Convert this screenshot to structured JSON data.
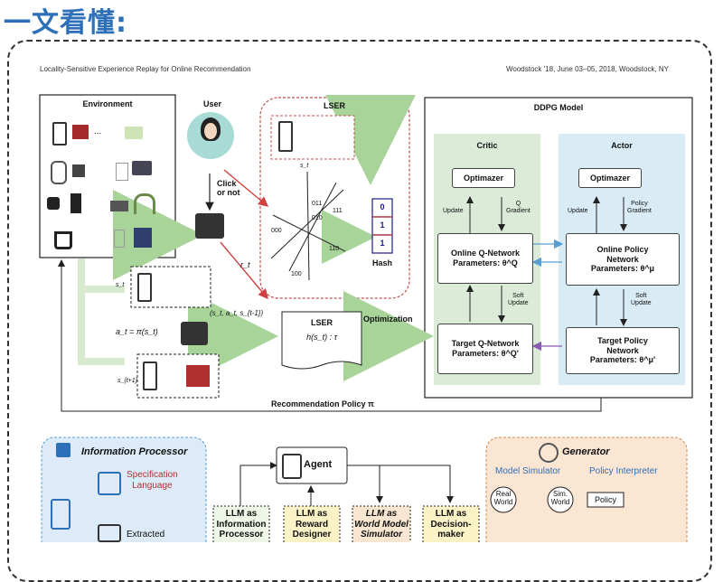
{
  "title": "一文看懂:",
  "paper": {
    "left_header": "Locality-Sensitive Experience Replay for Online Recommendation",
    "right_header": "Woodstock '18, June 03–05, 2018, Woodstock, NY"
  },
  "environment": {
    "title": "Environment",
    "ellipsis": "..."
  },
  "user": {
    "title": "User",
    "click_label": "Click\nor not",
    "reward": "r_t"
  },
  "lser_top": {
    "title": "LSER",
    "state": "s_t",
    "hash_bits": [
      "0",
      "1",
      "1"
    ],
    "hash_label": "Hash",
    "bucket_codes": [
      "011",
      "010",
      "111",
      "110",
      "100",
      "000"
    ]
  },
  "policy_area": {
    "state_top": "s_t",
    "action": "a_t = π(s_t)",
    "next_state": "s_{t+1}",
    "transition": "(s_t, a_t, s_{t-1})"
  },
  "lser_doc": {
    "title": "LSER",
    "formula": "h(s_t) : τ"
  },
  "optimization_label": "Optimization",
  "recommendation_policy": "Recommendation Policy π",
  "ddpg": {
    "title": "DDPG Model",
    "critic": {
      "title": "Critic",
      "optimizer": "Optimazer",
      "update": "Update",
      "q_gradient": "Q\nGradient",
      "online": "Online Q-Network\nParameters: θ^Q",
      "soft_update": "Soft\nUpdate",
      "target": "Target Q-Network\nParameters: θ^Q'"
    },
    "actor": {
      "title": "Actor",
      "optimizer": "Optimazer",
      "update": "Update",
      "policy_gradient": "Policy\nGradient",
      "online": "Online Policy\nNetwork\nParameters: θ^μ",
      "soft_update": "Soft\nUpdate",
      "target": "Target Policy\nNetwork\nParameters: θ^μ'"
    }
  },
  "bottom": {
    "info_processor": {
      "title": "Information Processor",
      "item1": "Specification\nLanguage",
      "item2": "Extracted"
    },
    "agent": {
      "title": "Agent"
    },
    "llm_boxes": [
      "LLM as\nInformation\nProcessor",
      "LLM as\nReward\nDesigner",
      "LLM as\nWorld Model\nSimulator",
      "LLM as\nDecision-\nmaker"
    ],
    "generator": {
      "title": "Generator",
      "model_simulator": "Model Simulator",
      "policy_interpreter": "Policy Interpreter",
      "real_world": "Real\nWorld",
      "sim_world": "Sim.\nWorld",
      "policy": "Policy"
    }
  },
  "colors": {
    "title_blue": "#2d6fb8",
    "critic_green": "#dcebd8",
    "actor_blue": "#d9ebf5",
    "arrow_green": "#bfe0b4",
    "red_arrow": "#d04040",
    "info_bg": "#dcebf7",
    "generator_bg": "#fbe6d4"
  }
}
